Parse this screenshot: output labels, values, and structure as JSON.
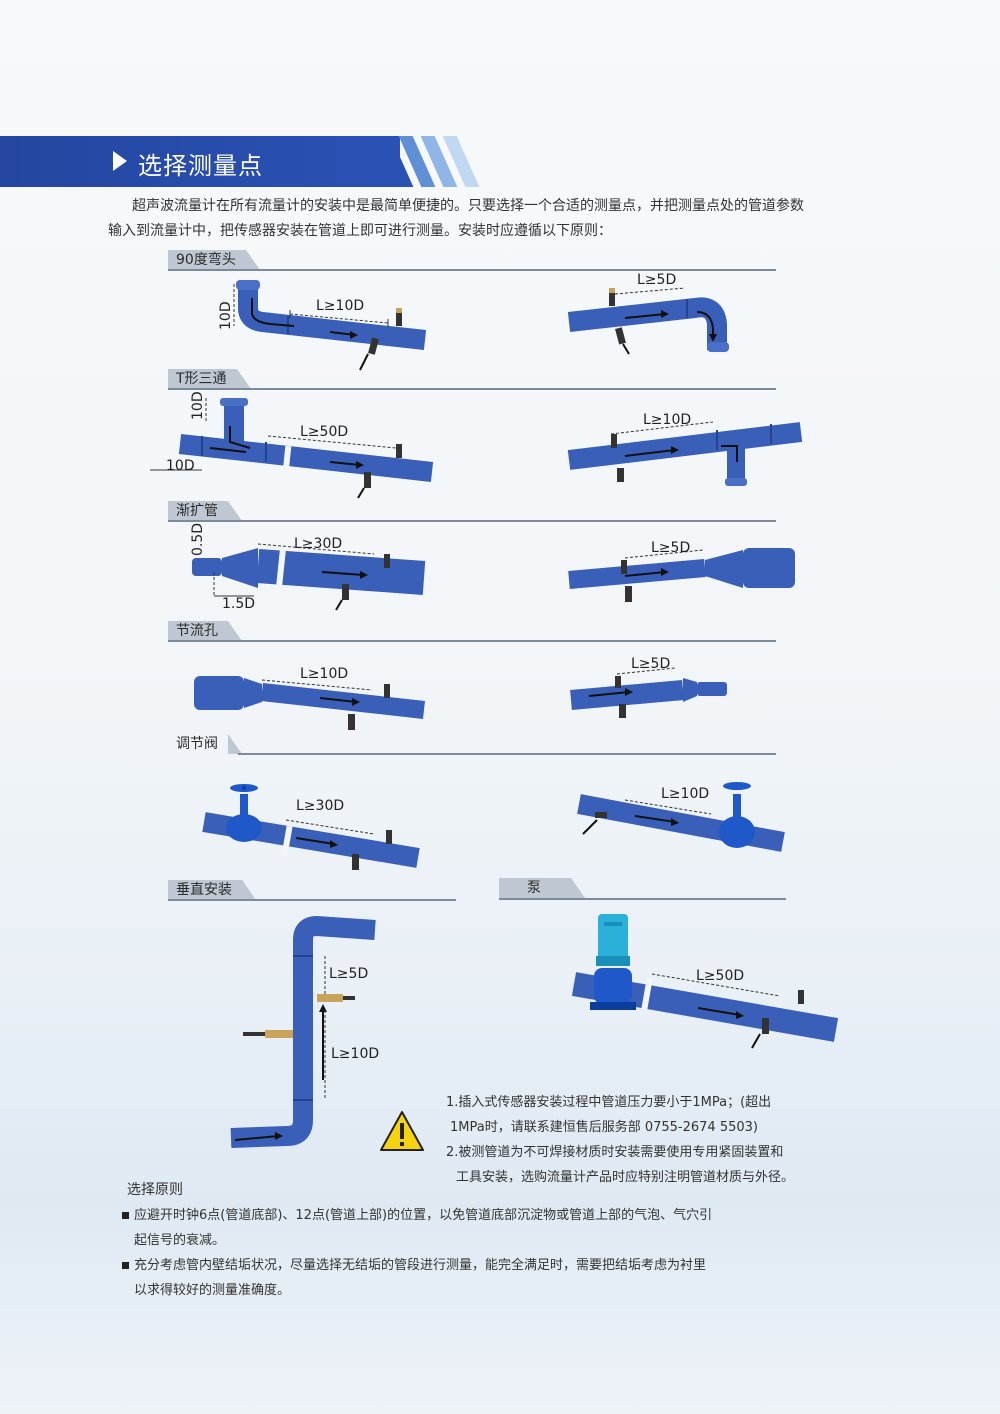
{
  "header": {
    "title": "选择测量点"
  },
  "intro": "超声波流量计在所有流量计的安装中是最简单便捷的。只要选择一个合适的测量点，并把测量点处的管道参数输入到流量计中，把传感器安装在管道上即可进行测量。安装时应遵循以下原则：",
  "sections": {
    "elbow": {
      "tab": "90度弯头",
      "left": {
        "dim_vertical": "10D",
        "dim_length": "L≥10D"
      },
      "right": {
        "dim_length": "L≥5D"
      }
    },
    "tee": {
      "tab": "T形三通",
      "left": {
        "dim_vertical": "10D",
        "dim_horizontal": "10D",
        "dim_length": "L≥50D"
      },
      "right": {
        "dim_length": "L≥10D"
      }
    },
    "expander": {
      "tab": "渐扩管",
      "left": {
        "dim_vertical": "0.5D",
        "dim_horizontal": "1.5D",
        "dim_length": "L≥30D"
      },
      "right": {
        "dim_length": "L≥5D"
      }
    },
    "orifice": {
      "tab": "节流孔",
      "left": {
        "dim_length": "L≥10D"
      },
      "right": {
        "dim_length": "L≥5D"
      }
    },
    "valve": {
      "tab": "调节阀",
      "left": {
        "dim_length": "L≥30D"
      },
      "right": {
        "dim_length": "L≥10D"
      }
    },
    "vertical": {
      "tab": "垂直安装",
      "dim_top": "L≥5D",
      "dim_bottom": "L≥10D"
    },
    "pump": {
      "tab": "泵",
      "dim_length": "L≥50D"
    }
  },
  "notes": [
    "1.插入式传感器安装过程中管道压力要小于1MPa；(超出",
    "1MPa时，请联系建恒售后服务部 0755-2674 5503)",
    "2.被测管道为不可焊接材质时安装需要使用专用紧固装置和",
    "工具安装，选购流量计产品时应特别注明管道材质与外径。"
  ],
  "rules": {
    "heading": "选择原则",
    "items": [
      {
        "line1": "应避开时钟6点(管道底部)、12点(管道上部)的位置，以免管道底部沉淀物或管道上部的气泡、气穴引",
        "line2": "起信号的衰减。"
      },
      {
        "line1": "充分考虑管内壁结垢状况，尽量选择无结垢的管段进行测量，能完全满足时，需要把结垢考虑为衬里",
        "line2": "以求得较好的测量准确度。"
      }
    ]
  },
  "colors": {
    "header_blue": "#2446a0",
    "pipe_blue": "#3a5fb8",
    "tab_grey": "#bfc8d2",
    "warning_yellow": "#f5d40f"
  }
}
